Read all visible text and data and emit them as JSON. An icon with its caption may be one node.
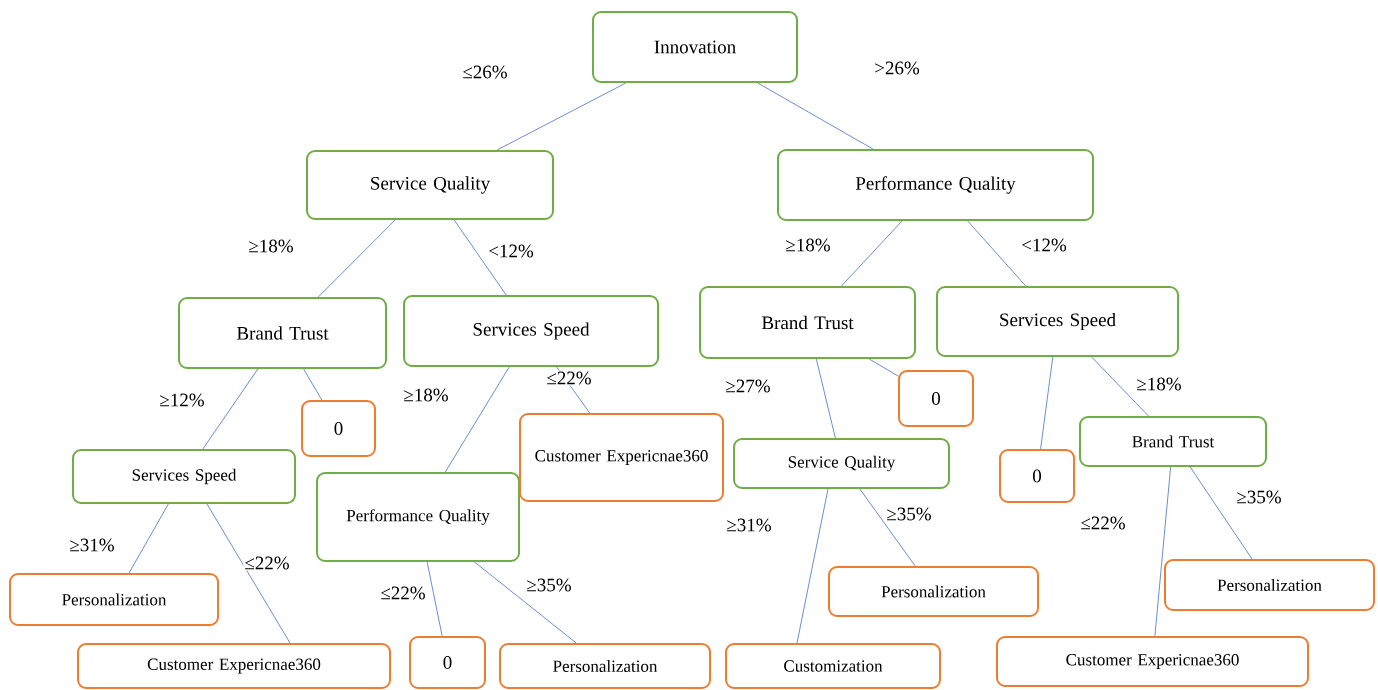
{
  "diagram": {
    "nodes": [
      {
        "text": [
          "Innovation"
        ]
      },
      {
        "text": [
          "Service Quality"
        ]
      },
      {
        "text": [
          "Performance Quality"
        ]
      },
      {
        "text": [
          "Brand Trust"
        ]
      },
      {
        "text": [
          "Services Speed"
        ]
      },
      {
        "text": [
          "Brand Trust"
        ]
      },
      {
        "text": [
          "Services Speed"
        ]
      },
      {
        "text": [
          "Services Speed"
        ]
      },
      {
        "text": [
          "0"
        ]
      },
      {
        "text": [
          "Performance Quality"
        ]
      },
      {
        "text": [
          "Customer Expericnae360"
        ]
      },
      {
        "text": [
          "Service Quality"
        ]
      },
      {
        "text": [
          "0"
        ]
      },
      {
        "text": [
          "0"
        ]
      },
      {
        "text": [
          "Brand Trust"
        ]
      },
      {
        "text": [
          "Personalization"
        ]
      },
      {
        "text": [
          "Customer Expericnae360"
        ]
      },
      {
        "text": [
          "0"
        ]
      },
      {
        "text": [
          "Personalization"
        ]
      },
      {
        "text": [
          "Personalization"
        ]
      },
      {
        "text": [
          "Customization"
        ]
      },
      {
        "text": [
          "Personalization"
        ]
      },
      {
        "text": [
          "Customer Expericnae360"
        ]
      }
    ],
    "edges": [
      {
        "from": 0,
        "to": 1,
        "arrow": "none",
        "label": "≤26%"
      },
      {
        "from": 0,
        "to": 2,
        "arrow": "none",
        "label": ">26%"
      },
      {
        "from": 1,
        "to": 3,
        "arrow": "none",
        "label": "≥18%"
      },
      {
        "from": 1,
        "to": 4,
        "arrow": "none",
        "label": "<12%"
      },
      {
        "from": 2,
        "to": 5,
        "arrow": "none",
        "label": "≥18%"
      },
      {
        "from": 2,
        "to": 6,
        "arrow": "none",
        "label": "<12%"
      },
      {
        "from": 3,
        "to": 7,
        "arrow": "none",
        "label": "≥12%"
      },
      {
        "from": 3,
        "to": 8,
        "arrow": "none"
      },
      {
        "from": 4,
        "to": 9,
        "arrow": "none",
        "label": "≥18%"
      },
      {
        "from": 4,
        "to": 10,
        "arrow": "none",
        "label": "≤22%"
      },
      {
        "from": 5,
        "to": 11,
        "arrow": "none",
        "label": "≥27%"
      },
      {
        "from": 5,
        "to": 12,
        "arrow": "none"
      },
      {
        "from": 6,
        "to": 13,
        "arrow": "none"
      },
      {
        "from": 6,
        "to": 14,
        "arrow": "none",
        "label": "≥18%"
      },
      {
        "from": 7,
        "to": 15,
        "arrow": "none",
        "label": "≥31%"
      },
      {
        "from": 7,
        "to": 16,
        "arrow": "none",
        "label": "≤22%"
      },
      {
        "from": 9,
        "to": 17,
        "arrow": "none",
        "label": "≤22%"
      },
      {
        "from": 9,
        "to": 18,
        "arrow": "none",
        "label": "≥35%"
      },
      {
        "from": 11,
        "to": 20,
        "arrow": "none",
        "label": "≥31%"
      },
      {
        "from": 11,
        "to": 19,
        "arrow": "none",
        "label": "≥35%"
      },
      {
        "from": 14,
        "to": 22,
        "arrow": "none",
        "label": "≤22%"
      },
      {
        "from": 14,
        "to": 21,
        "arrow": "none",
        "label": "≥35%"
      }
    ]
  }
}
